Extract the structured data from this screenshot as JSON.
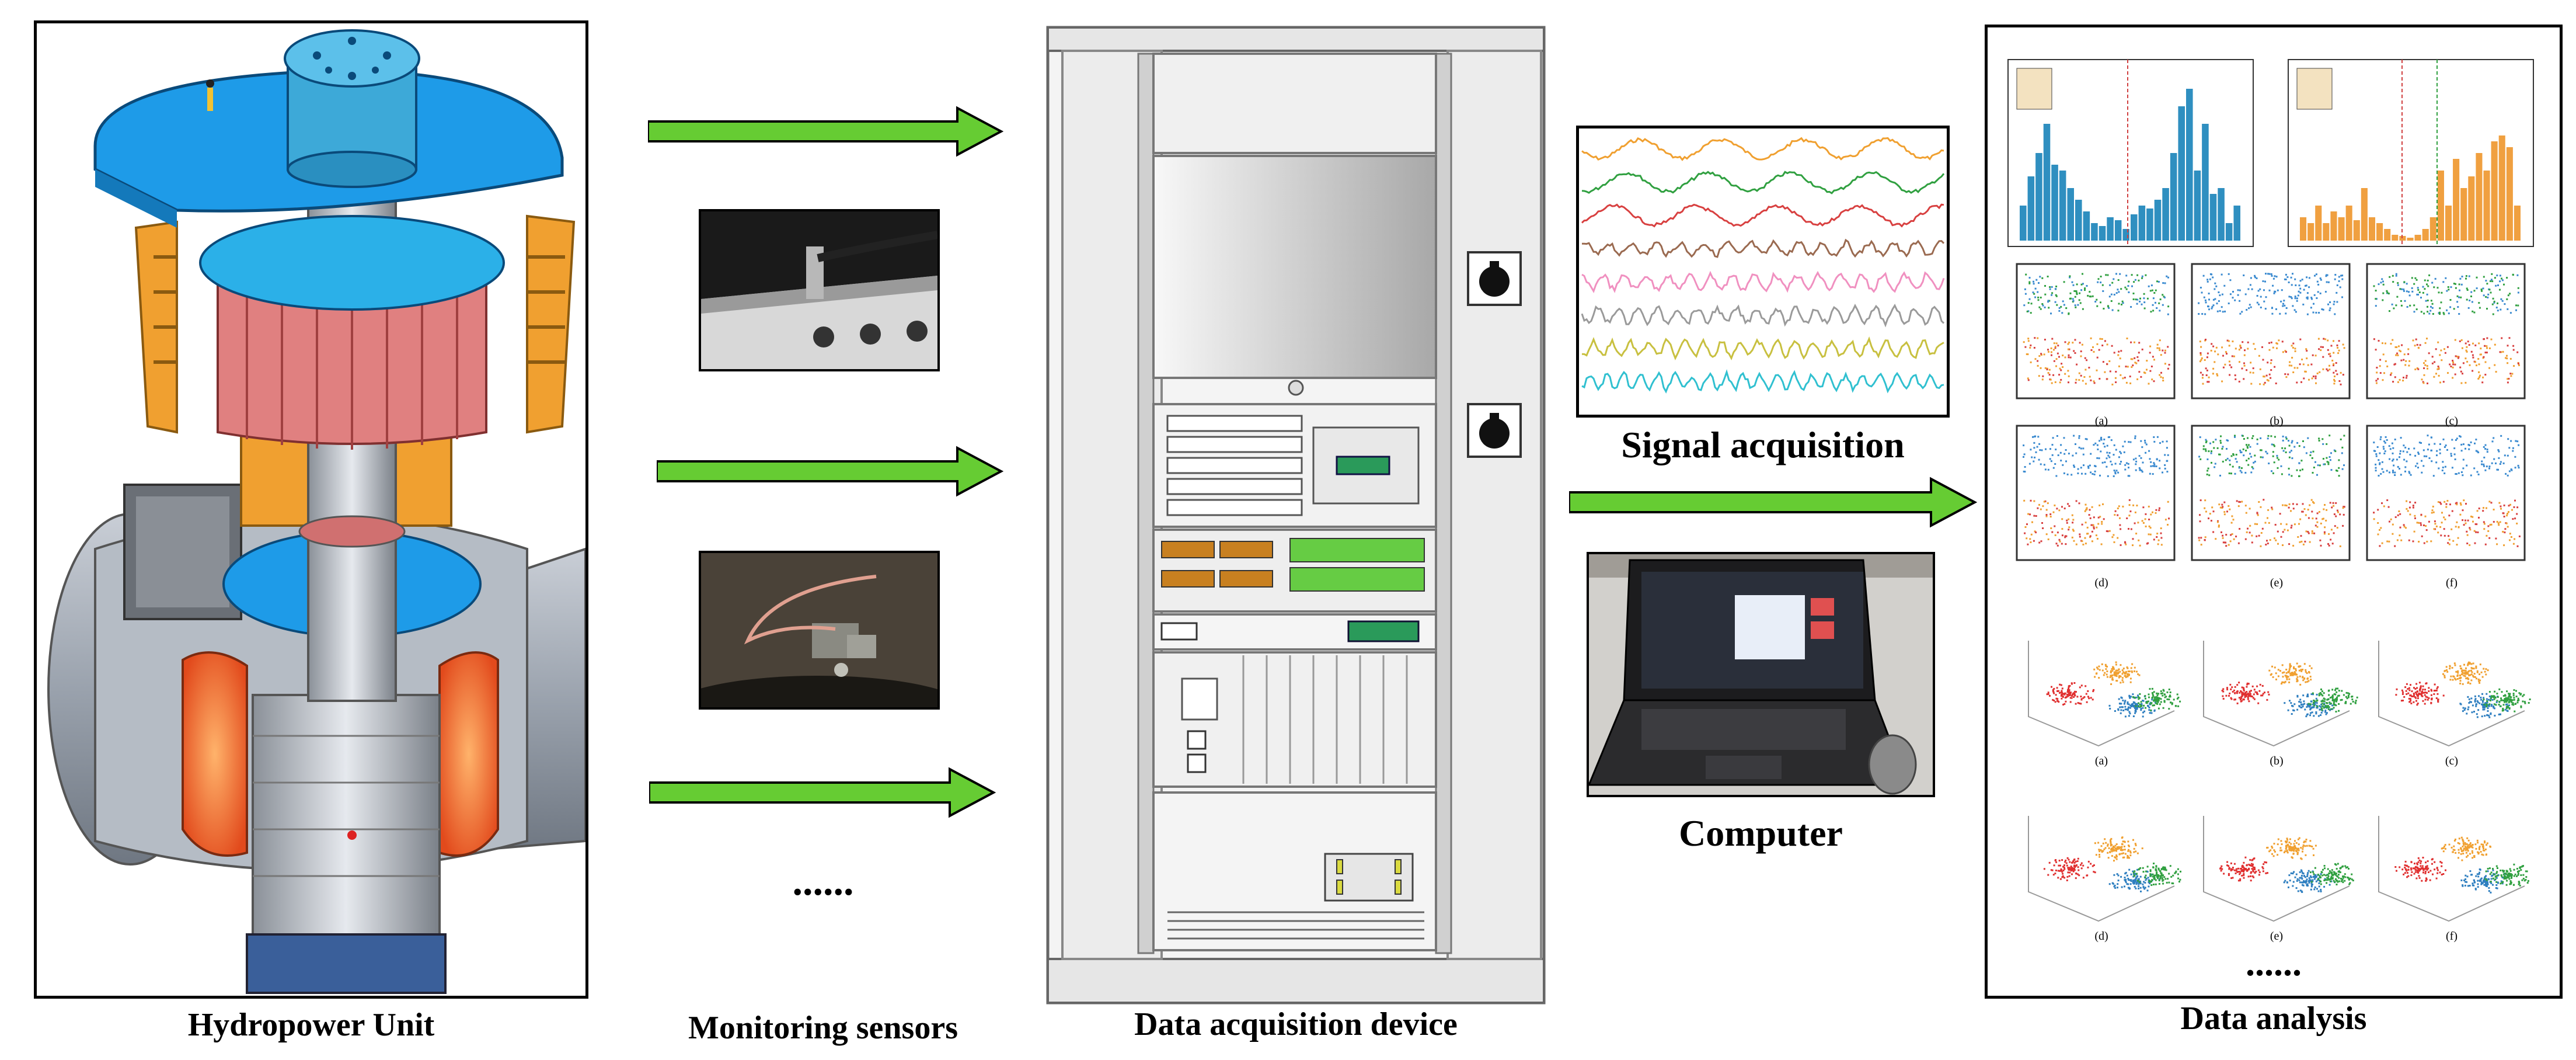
{
  "stages": {
    "hydropower_unit": "Hydropower Unit",
    "monitoring_sensors": "Monitoring sensors",
    "data_acquisition_device": "Data acquisition device",
    "signal_acquisition": "Signal acquisition",
    "computer": "Computer",
    "data_analysis": "Data analysis"
  },
  "ellipsis_sensors": "......",
  "ellipsis_analysis": "......",
  "panel_captions": {
    "row1": [
      "(a)",
      "(b)",
      "(c)"
    ],
    "row2": [
      "(d)",
      "(e)",
      "(f)"
    ],
    "row3": [
      "(a)",
      "(b)",
      "(c)"
    ],
    "row4": [
      "(d)",
      "(e)",
      "(f)"
    ]
  },
  "colors": {
    "arrow": "#66cc33",
    "generator_blue": "#1e9be8",
    "stator_pink": "#e08080",
    "frame_orange": "#f0a030",
    "runner_orange": "#ff6a3a",
    "hist_blue": "#2f8fc0",
    "hist_orange": "#f0a040"
  }
}
